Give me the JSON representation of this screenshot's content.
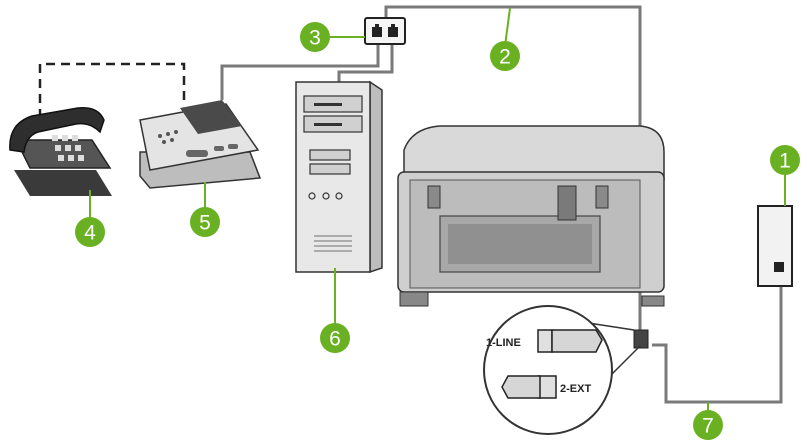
{
  "colors": {
    "callout": "#6ab023",
    "callout_text": "#ffffff",
    "device_light": "#e4e4e4",
    "device_mid": "#bdbdbd",
    "device_dark": "#3a3a3a",
    "cable": "#7a7a7a"
  },
  "callouts": [
    {
      "number": "1",
      "target": "wall-phone-jack"
    },
    {
      "number": "2",
      "target": "phone-cable"
    },
    {
      "number": "3",
      "target": "dual-modem-port"
    },
    {
      "number": "4",
      "target": "telephone"
    },
    {
      "number": "5",
      "target": "answering-machine"
    },
    {
      "number": "6",
      "target": "computer"
    },
    {
      "number": "7",
      "target": "phone-cord"
    }
  ],
  "ports": {
    "line": "1-LINE",
    "ext": "2-EXT"
  }
}
